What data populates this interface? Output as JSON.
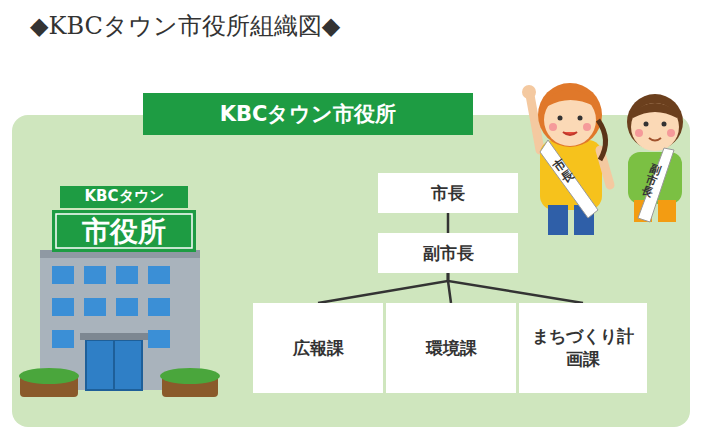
{
  "diagram": {
    "title": "◆KBCタウン市役所組織図◆",
    "nodes": [
      {
        "text": [
          "KBCタウン市役所"
        ]
      },
      {
        "text": [
          "市長"
        ]
      },
      {
        "text": [
          "副市長"
        ]
      },
      {
        "text": [
          "広報課"
        ]
      },
      {
        "text": [
          "環境課"
        ]
      },
      {
        "text": [
          "まちづくり計画課"
        ]
      }
    ],
    "edges": [
      {
        "from": 1,
        "to": 2,
        "arrow": "none"
      },
      {
        "from": 2,
        "to": 3,
        "arrow": "none"
      },
      {
        "from": 2,
        "to": 4,
        "arrow": "none"
      },
      {
        "from": 2,
        "to": 5,
        "arrow": "none"
      }
    ],
    "labels": [
      "KBCタウン",
      "市役所",
      "市長",
      "副市長"
    ]
  }
}
